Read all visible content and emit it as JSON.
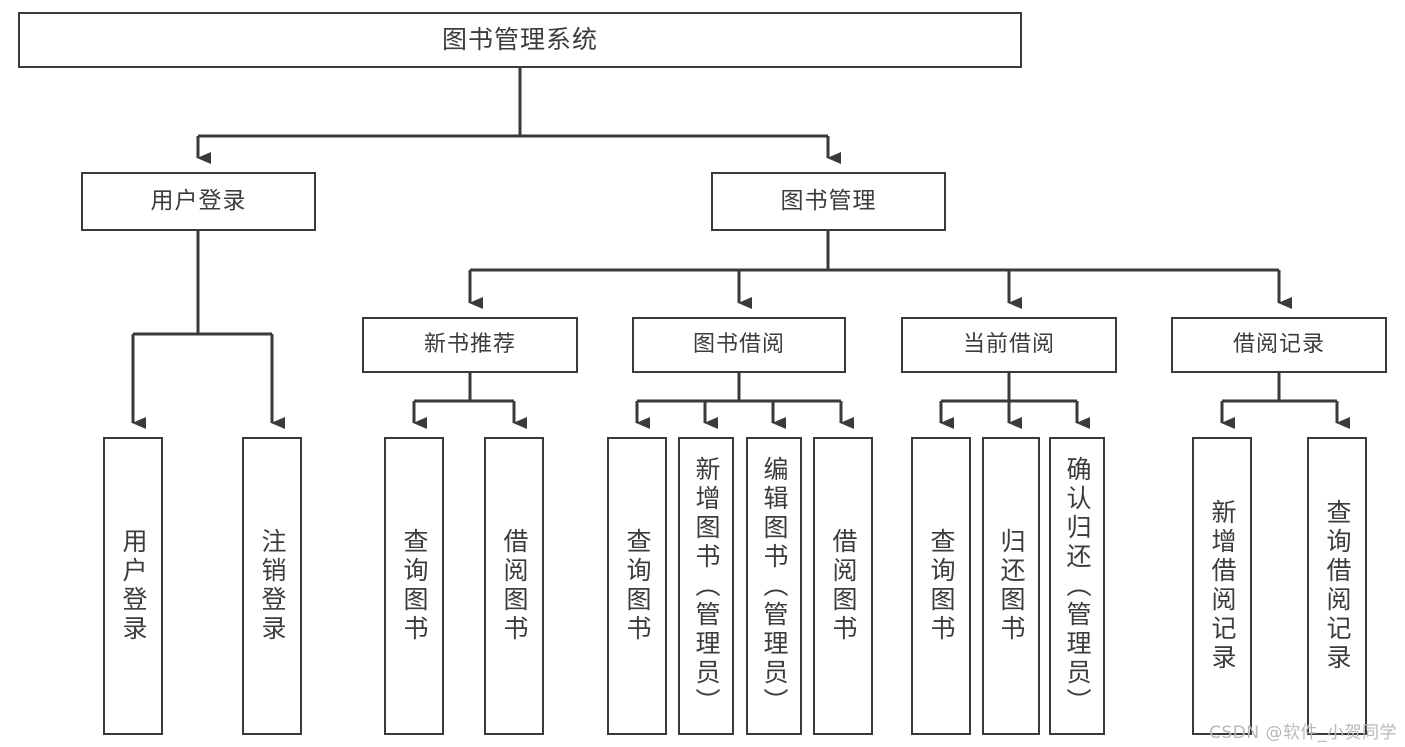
{
  "diagram": {
    "title": "图书管理系统",
    "type": "tree-hierarchy-chart",
    "colors": {
      "box_border": "#3a3a3a",
      "box_fill": "#ffffff",
      "connector": "#3a3a3a",
      "text": "#3c3c3c",
      "watermark": "#b9b9b9",
      "background": "#ffffff"
    }
  },
  "nodes": {
    "root": {
      "label": "图书管理系统"
    },
    "level2": [
      {
        "id": "user-login",
        "label": "用户登录"
      },
      {
        "id": "book-manage",
        "label": "图书管理"
      }
    ],
    "level3": [
      {
        "id": "new-book-recommend",
        "label": "新书推荐"
      },
      {
        "id": "book-borrow",
        "label": "图书借阅"
      },
      {
        "id": "current-borrow",
        "label": "当前借阅"
      },
      {
        "id": "borrow-record",
        "label": "借阅记录"
      }
    ],
    "leaves": {
      "user-login": [
        {
          "id": "leaf-user-login",
          "label": "用户登录"
        },
        {
          "id": "leaf-logout-login",
          "label": "注销登录"
        }
      ],
      "new-book-recommend": [
        {
          "id": "leaf-query-book-1",
          "label": "查询图书"
        },
        {
          "id": "leaf-borrow-book-1",
          "label": "借阅图书"
        }
      ],
      "book-borrow": [
        {
          "id": "leaf-query-book-2",
          "label": "查询图书"
        },
        {
          "id": "leaf-add-book",
          "label": "新增图书（管理员）"
        },
        {
          "id": "leaf-edit-book",
          "label": "编辑图书（管理员）"
        },
        {
          "id": "leaf-borrow-book-2",
          "label": "借阅图书"
        }
      ],
      "current-borrow": [
        {
          "id": "leaf-query-book-3",
          "label": "查询图书"
        },
        {
          "id": "leaf-return-book",
          "label": "归还图书"
        },
        {
          "id": "leaf-confirm-return",
          "label": "确认归还（管理员）"
        }
      ],
      "borrow-record": [
        {
          "id": "leaf-add-record",
          "label": "新增借阅记录"
        },
        {
          "id": "leaf-query-record",
          "label": "查询借阅记录"
        }
      ]
    }
  },
  "watermark": {
    "text": "CSDN @软件_小贺同学"
  }
}
